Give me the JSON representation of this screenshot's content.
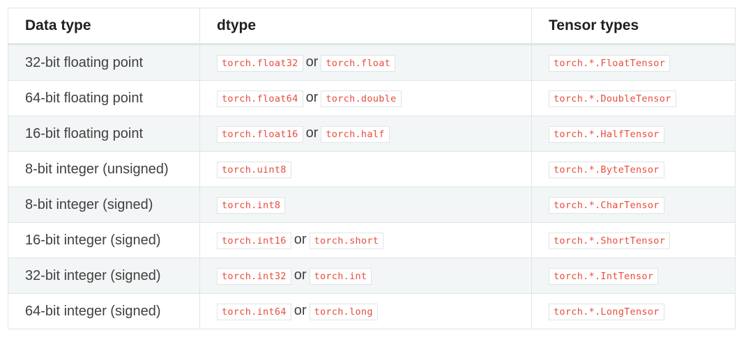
{
  "table": {
    "headers": [
      "Data type",
      "dtype",
      "Tensor types"
    ],
    "rows": [
      {
        "data_type": "32-bit floating point",
        "dtype_primary": "torch.float32",
        "or": "or",
        "dtype_alias": "torch.float",
        "tensor_type": "torch.*.FloatTensor"
      },
      {
        "data_type": "64-bit floating point",
        "dtype_primary": "torch.float64",
        "or": "or",
        "dtype_alias": "torch.double",
        "tensor_type": "torch.*.DoubleTensor"
      },
      {
        "data_type": "16-bit floating point",
        "dtype_primary": "torch.float16",
        "or": "or",
        "dtype_alias": "torch.half",
        "tensor_type": "torch.*.HalfTensor"
      },
      {
        "data_type": "8-bit integer (unsigned)",
        "dtype_primary": "torch.uint8",
        "or": null,
        "dtype_alias": null,
        "tensor_type": "torch.*.ByteTensor"
      },
      {
        "data_type": "8-bit integer (signed)",
        "dtype_primary": "torch.int8",
        "or": null,
        "dtype_alias": null,
        "tensor_type": "torch.*.CharTensor"
      },
      {
        "data_type": "16-bit integer (signed)",
        "dtype_primary": "torch.int16",
        "or": "or",
        "dtype_alias": "torch.short",
        "tensor_type": "torch.*.ShortTensor"
      },
      {
        "data_type": "32-bit integer (signed)",
        "dtype_primary": "torch.int32",
        "or": "or",
        "dtype_alias": "torch.int",
        "tensor_type": "torch.*.IntTensor"
      },
      {
        "data_type": "64-bit integer (signed)",
        "dtype_primary": "torch.int64",
        "or": "or",
        "dtype_alias": "torch.long",
        "tensor_type": "torch.*.LongTensor"
      }
    ]
  },
  "colors": {
    "code_text": "#e74c3c",
    "stripe": "#f3f6f6",
    "border": "#e1e4e5"
  }
}
